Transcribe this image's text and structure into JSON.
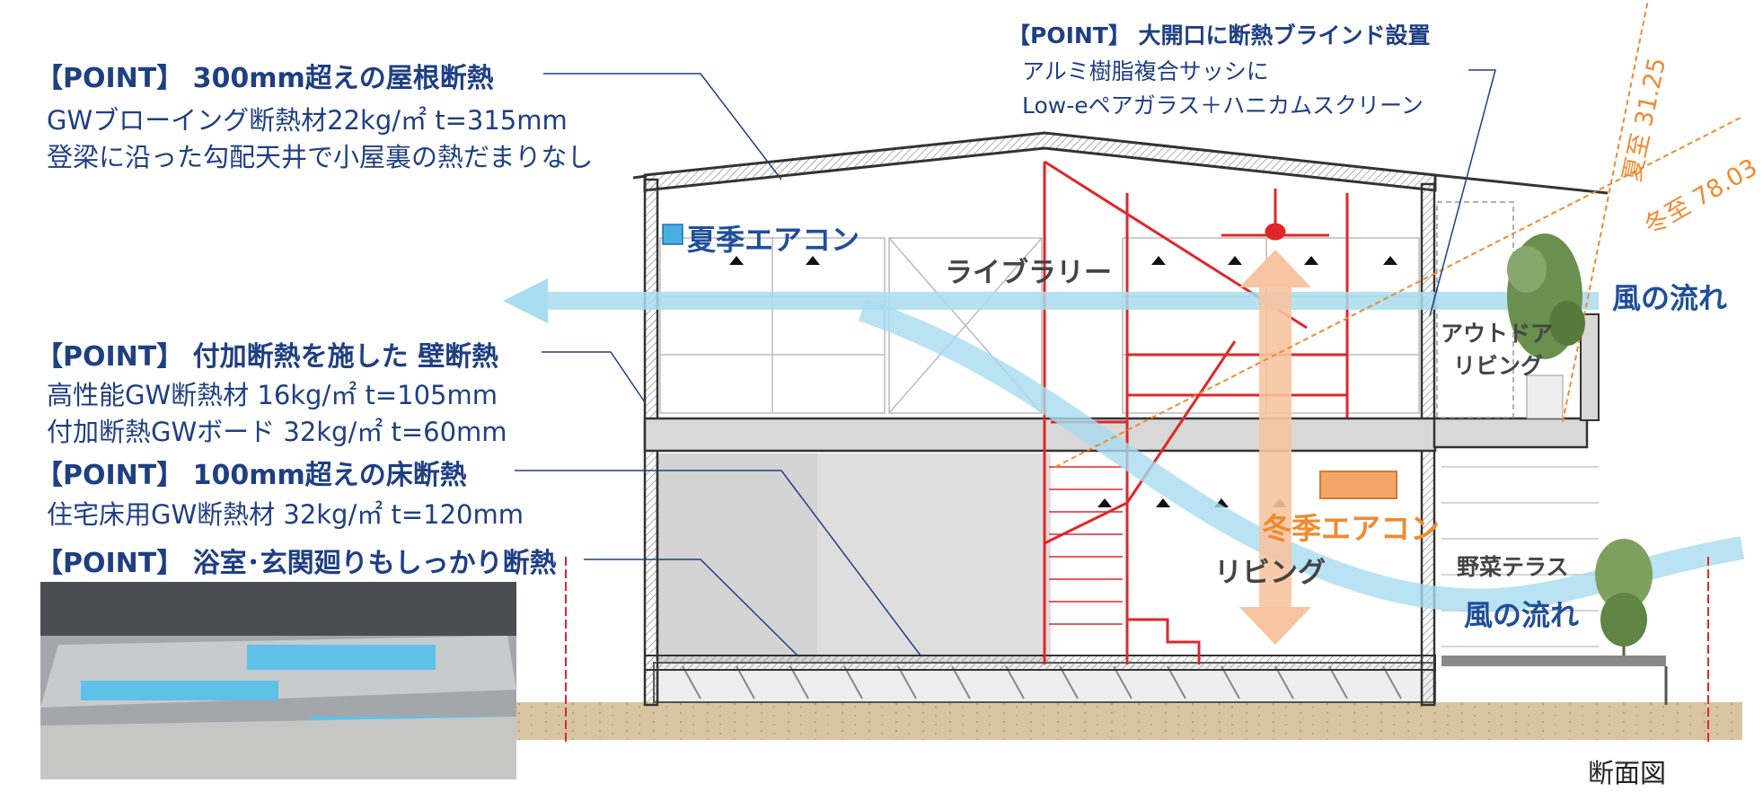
{
  "points": [
    {
      "title": "【POINT】 300mm超えの屋根断熱",
      "lines": [
        "GWブローイング断熱材22kg/㎡  t=315mm",
        "登梁に沿った勾配天井で小屋裏の熱だまりなし"
      ]
    },
    {
      "title": "【POINT】 付加断熱を施した 壁断熱",
      "lines": [
        "高性能GW断熱材 16kg/㎡  t=105mm",
        "付加断熱GWボード 32kg/㎡  t=60mm"
      ]
    },
    {
      "title": "【POINT】 100mm超えの床断熱",
      "lines": [
        "住宅床用GW断熱材  32kg/㎡  t=120mm"
      ]
    },
    {
      "title": "【POINT】 浴室･玄関廻りもしっかり断熱",
      "lines": []
    },
    {
      "title": "【POINT】 大開口に断熱ブラインド設置",
      "lines": [
        "アルミ樹脂複合サッシに",
        "Low-eペアガラス＋ハニカムスクリーン"
      ]
    }
  ],
  "labels": {
    "summer_ac": "夏季エアコン",
    "winter_ac": "冬季エアコン",
    "library": "ライブラリー",
    "living": "リビング",
    "outdoor_living_1": "アウトドア",
    "outdoor_living_2": "リビング",
    "vegetable_terrace": "野菜テラス",
    "wind_flow_upper": "風の流れ",
    "wind_flow_lower": "風の流れ",
    "summer_solstice_angle": "夏至 31.25",
    "winter_solstice_angle": "冬至 78.03"
  },
  "caption": "断面図",
  "colors": {
    "text_blue": "#1f3f83",
    "wind": "#a8dcef",
    "accent_orange": "#f08a30",
    "stair_red": "#e0262b",
    "ground": "#d8c4a0"
  }
}
